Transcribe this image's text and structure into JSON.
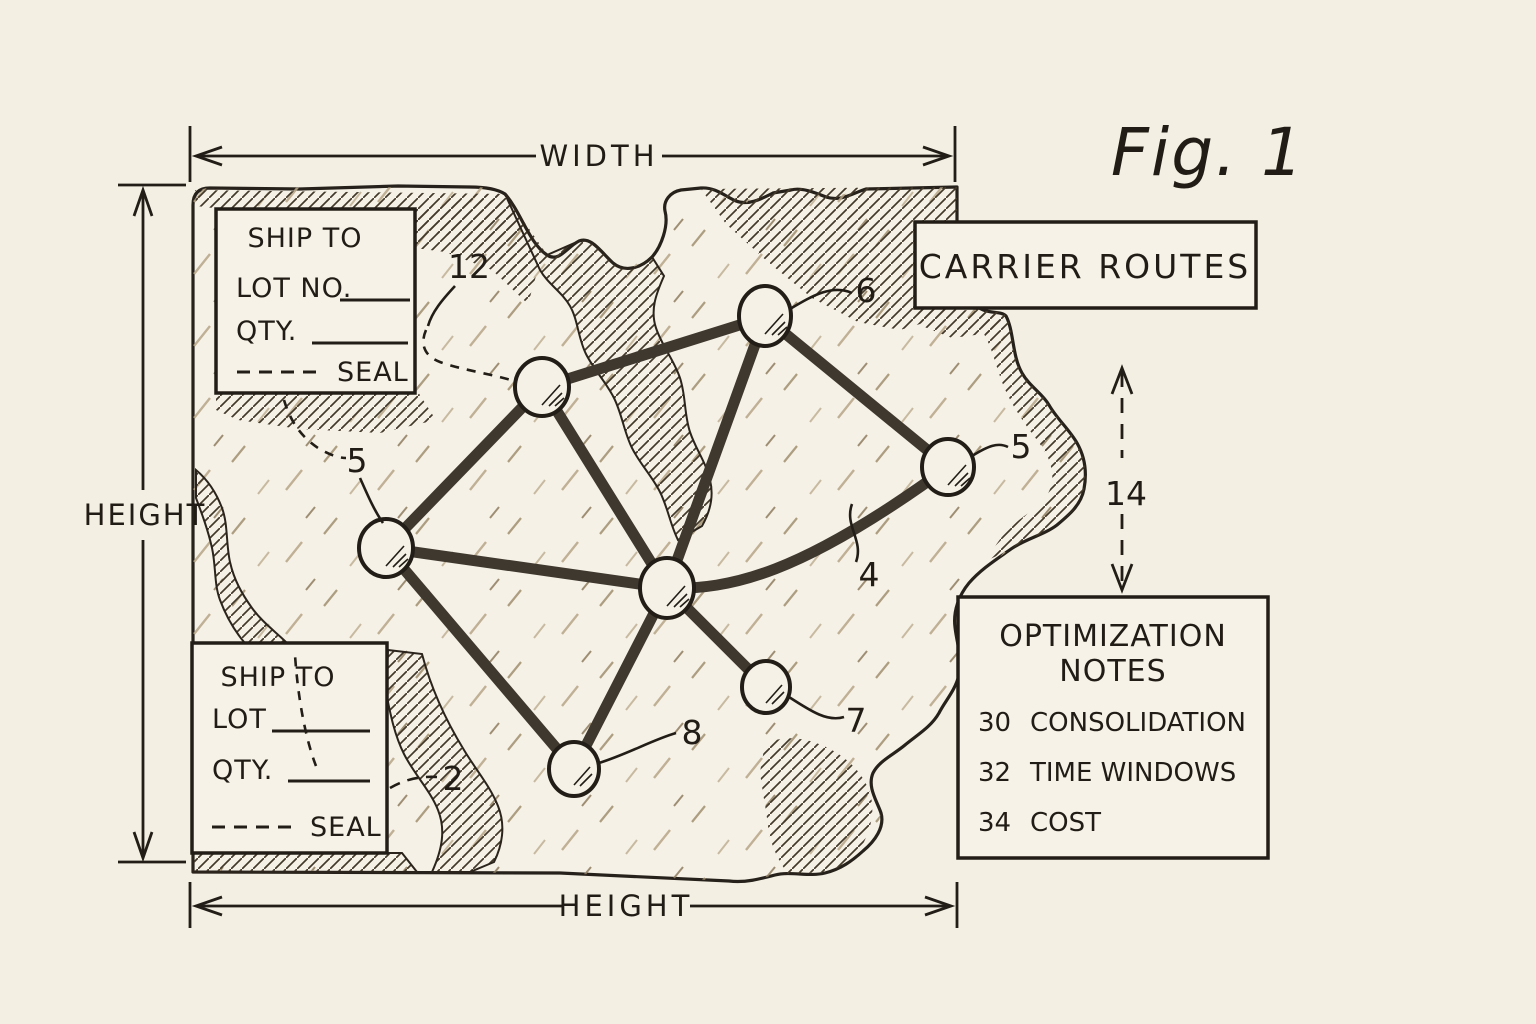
{
  "figure_label": "Fig. 1",
  "dimension_labels": {
    "top": "WIDTH",
    "left": "HEIGHT",
    "bottom": "HEIGHT"
  },
  "shipping_label_top": {
    "title": "SHIP TO",
    "field1": "LOT NO.",
    "field2": "QTY.",
    "seal": "SEAL",
    "ref": "12"
  },
  "shipping_label_bottom": {
    "title": "SHIP TO",
    "field1": "LOT",
    "field2": "QTY.",
    "seal": "SEAL",
    "ref": "2"
  },
  "carrier_routes": {
    "label": "CARRIER ROUTES"
  },
  "optimization_notes": {
    "title_line1": "OPTIMIZATION",
    "title_line2": "NOTES",
    "items": [
      {
        "num": "30",
        "label": "CONSOLIDATION"
      },
      {
        "num": "32",
        "label": "TIME WINDOWS"
      },
      {
        "num": "34",
        "label": "COST"
      }
    ]
  },
  "node_refs": {
    "hub_top": "6",
    "hub_right": "5",
    "hub_left": "5",
    "hub_small": "7",
    "hub_bottom": "8"
  },
  "route_ref": "4",
  "gap_ref": "14",
  "colors": {
    "background": "#f4efe3",
    "ink": "#211c15",
    "route": "#3e382f",
    "hatch": "#43392a",
    "speckle": "#ab9a7c"
  }
}
